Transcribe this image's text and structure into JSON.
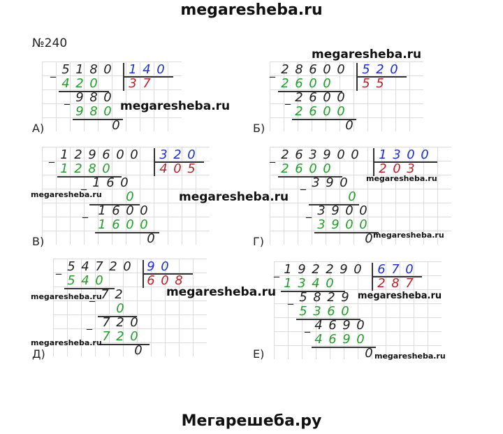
{
  "header": {
    "site": "megaresheba.ru"
  },
  "footer": {
    "site": "Мегарешеба.ру"
  },
  "problem_number": "№240",
  "watermarks": {
    "big": "megaresheba.ru",
    "small": "megaresheba.ru"
  },
  "problems": {
    "a": {
      "label": "А)",
      "dividend": "5180",
      "divisor": "140",
      "quotient": "37",
      "rows": [
        "420",
        "980",
        "980",
        "0"
      ]
    },
    "b": {
      "label": "Б)",
      "dividend": "28600",
      "divisor": "520",
      "quotient": "55",
      "rows": [
        "2600",
        "2600",
        "2600",
        "0"
      ]
    },
    "v": {
      "label": "В)",
      "dividend": "129600",
      "divisor": "320",
      "quotient": "405",
      "rows": [
        "1280",
        "160",
        "0",
        "1600",
        "1600",
        "0"
      ]
    },
    "g": {
      "label": "Г)",
      "dividend": "263900",
      "divisor": "1300",
      "quotient": "203",
      "rows": [
        "2600",
        "390",
        "0",
        "3900",
        "3900",
        "0"
      ]
    },
    "d": {
      "label": "Д)",
      "dividend": "54720",
      "divisor": "90",
      "quotient": "608",
      "rows": [
        "540",
        "72",
        "0",
        "720",
        "720",
        "0"
      ]
    },
    "e": {
      "label": "Е)",
      "dividend": "192290",
      "divisor": "670",
      "quotient": "287",
      "rows": [
        "1340",
        "5829",
        "5360",
        "4690",
        "4690",
        "0"
      ]
    }
  }
}
